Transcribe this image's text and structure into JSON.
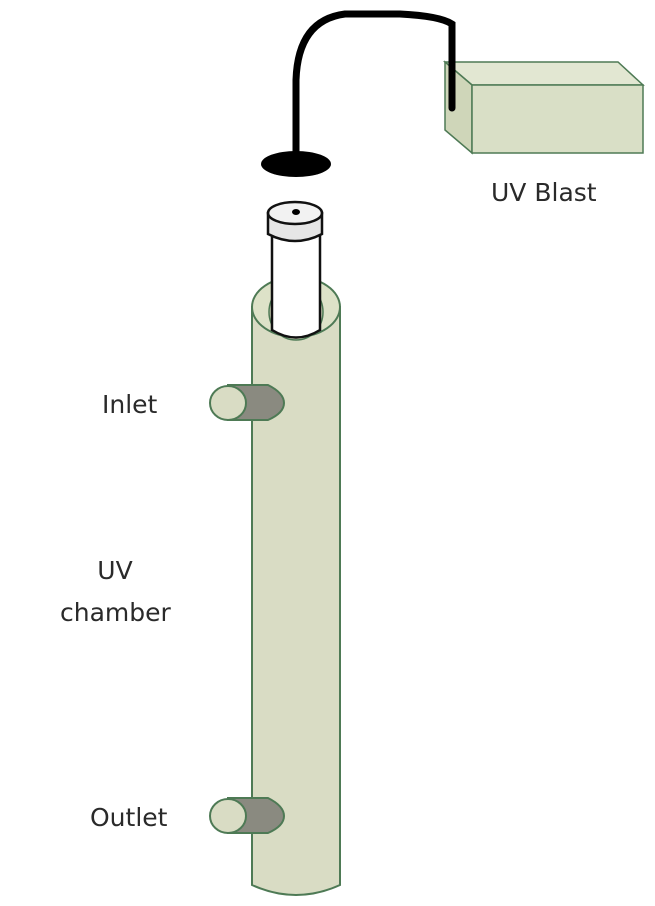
{
  "labels": {
    "uv_blast": "UV Blast",
    "inlet": "Inlet",
    "uv_chamber_line1": "UV",
    "uv_chamber_line2": "chamber",
    "outlet": "Outlet"
  },
  "colors": {
    "chamber_fill": "#d9dcc4",
    "outline": "#4e7a55",
    "port_shadow": "#8a8a80",
    "cable": "#000000",
    "box_fill": "#d9dfc6"
  }
}
